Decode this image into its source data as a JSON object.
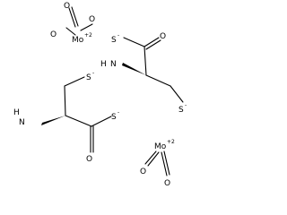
{
  "diagram": {
    "type": "chemical-structure",
    "atoms": {
      "mo_top": "Mo",
      "mo_top_charge": "+2",
      "o_top_1": "O",
      "o_top_2": "O",
      "o_top_3": "O",
      "s_top_right": "S",
      "s_top_right_charge": "-",
      "s_right_low": "S",
      "s_right_low_charge": "-",
      "nh_right": "H",
      "n_right": "N",
      "s_left_mid": "S",
      "s_left_mid_charge": "-",
      "h_left": "H",
      "n_left": "N",
      "s_bottom": "S",
      "s_bottom_charge": "-",
      "o_bottom_left": "O",
      "mo_bottom": "Mo",
      "mo_bottom_charge": "+2",
      "o_bottom_1": "O",
      "o_bottom_2": "O",
      "o_right_carbonyl": "O"
    },
    "colors": {
      "ink": "#000000",
      "background": "#ffffff"
    }
  }
}
